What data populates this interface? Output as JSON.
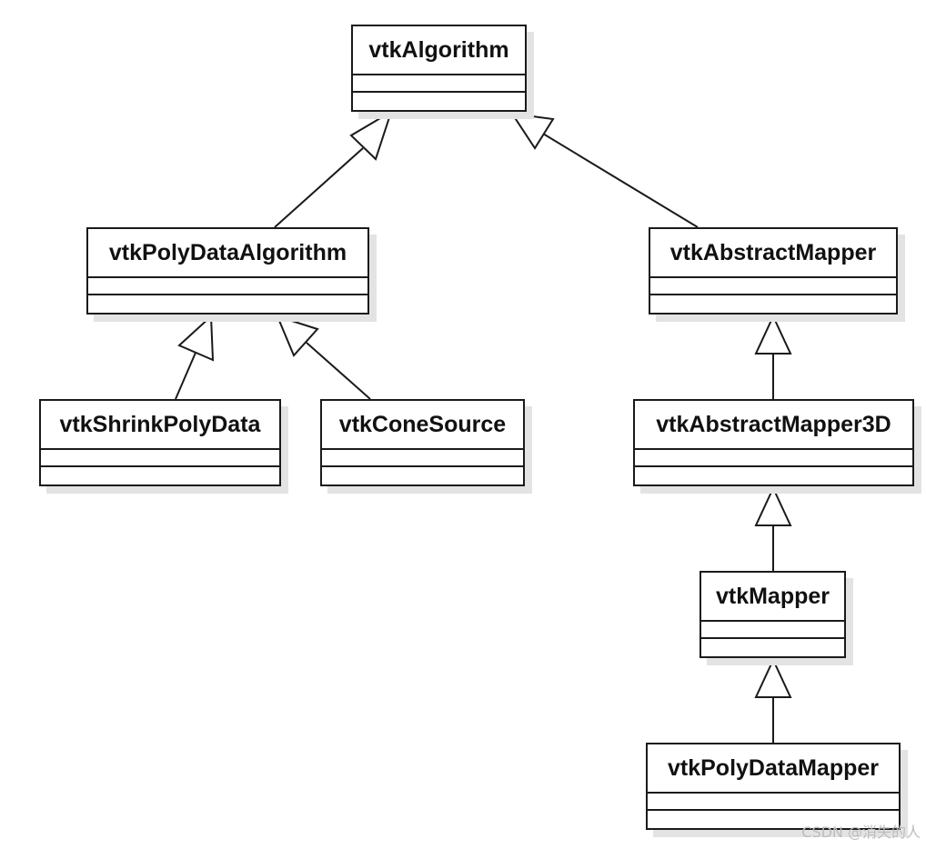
{
  "classes": {
    "vtkAlgorithm": {
      "name": "vtkAlgorithm"
    },
    "vtkPolyDataAlgorithm": {
      "name": "vtkPolyDataAlgorithm"
    },
    "vtkAbstractMapper": {
      "name": "vtkAbstractMapper"
    },
    "vtkShrinkPolyData": {
      "name": "vtkShrinkPolyData"
    },
    "vtkConeSource": {
      "name": "vtkConeSource"
    },
    "vtkAbstractMapper3D": {
      "name": "vtkAbstractMapper3D"
    },
    "vtkMapper": {
      "name": "vtkMapper"
    },
    "vtkPolyDataMapper": {
      "name": "vtkPolyDataMapper"
    }
  },
  "relations": [
    {
      "type": "generalization",
      "from": "vtkPolyDataAlgorithm",
      "to": "vtkAlgorithm"
    },
    {
      "type": "generalization",
      "from": "vtkAbstractMapper",
      "to": "vtkAlgorithm"
    },
    {
      "type": "generalization",
      "from": "vtkShrinkPolyData",
      "to": "vtkPolyDataAlgorithm"
    },
    {
      "type": "generalization",
      "from": "vtkConeSource",
      "to": "vtkPolyDataAlgorithm"
    },
    {
      "type": "generalization",
      "from": "vtkAbstractMapper3D",
      "to": "vtkAbstractMapper"
    },
    {
      "type": "generalization",
      "from": "vtkMapper",
      "to": "vtkAbstractMapper3D"
    },
    {
      "type": "generalization",
      "from": "vtkPolyDataMapper",
      "to": "vtkMapper"
    }
  ],
  "watermark": "CSDN @消失的人",
  "colors": {
    "stroke": "#1a1a1a",
    "shadow": "#e3e3e3",
    "background": "#ffffff"
  }
}
